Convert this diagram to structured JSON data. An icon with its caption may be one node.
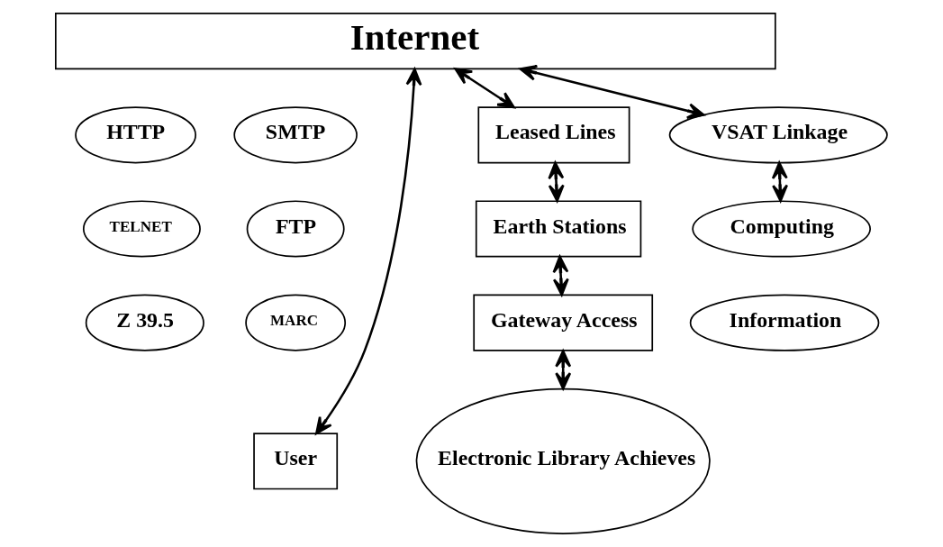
{
  "diagram": {
    "nodes": [
      {
        "text": [
          "Internet"
        ]
      },
      {
        "text": [
          "HTTP"
        ]
      },
      {
        "text": [
          "SMTP"
        ]
      },
      {
        "text": [
          "TELNET"
        ]
      },
      {
        "text": [
          "FTP"
        ]
      },
      {
        "text": [
          "Z 39.5"
        ]
      },
      {
        "text": [
          "MARC"
        ]
      },
      {
        "text": [
          "User"
        ]
      },
      {
        "text": [
          "Leased Lines"
        ]
      },
      {
        "text": [
          "Earth Stations"
        ]
      },
      {
        "text": [
          "Gateway Access"
        ]
      },
      {
        "text": [
          "Electronic Library Achieves"
        ]
      },
      {
        "text": [
          "VSAT Linkage"
        ]
      },
      {
        "text": [
          "Computing"
        ]
      },
      {
        "text": [
          "Information"
        ]
      }
    ],
    "edges": [
      {
        "from": 0,
        "to": 7,
        "arrow": "both"
      },
      {
        "from": 0,
        "to": 8,
        "arrow": "both"
      },
      {
        "from": 8,
        "to": 9,
        "arrow": "both"
      },
      {
        "from": 9,
        "to": 10,
        "arrow": "both"
      },
      {
        "from": 10,
        "to": 11,
        "arrow": "both"
      },
      {
        "from": 0,
        "to": 12,
        "arrow": "both"
      },
      {
        "from": 12,
        "to": 13,
        "arrow": "both"
      }
    ]
  }
}
